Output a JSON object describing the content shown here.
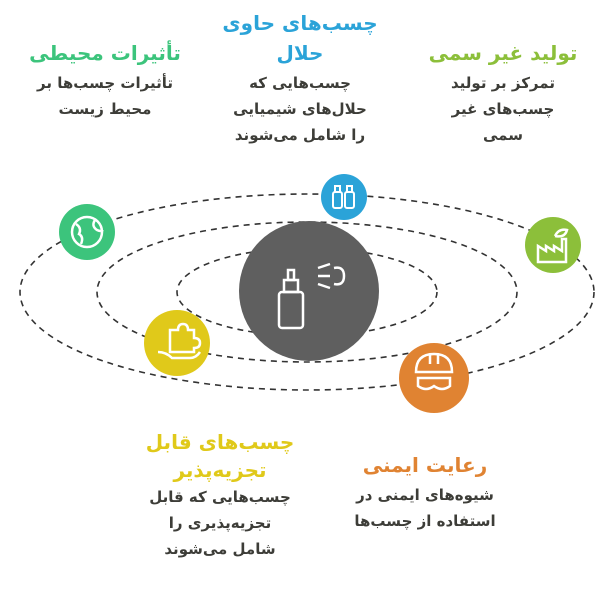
{
  "colors": {
    "green": "#3cc47c",
    "blue": "#2ba3d8",
    "lime": "#8cbf3a",
    "yellow": "#e0c91a",
    "orange": "#e08332",
    "center": "#5f5f5f"
  },
  "items": [
    {
      "title": "چسب‌های حاوی حلال",
      "desc": "چسب‌هایی که حلال‌های شیمیایی را شامل می‌شوند",
      "icon": "spray-bottles-icon"
    },
    {
      "title": "تأثیرات محیطی",
      "desc": "تأثیرات چسب‌ها بر محیط زیست",
      "icon": "globe-icon"
    },
    {
      "title": "تولید غیر سمی",
      "desc": "تمرکز بر تولید چسب‌های غیر سمی",
      "icon": "factory-icon"
    },
    {
      "title": "چسب‌های قابل تجزیه‌پذیر",
      "desc": "چسب‌هایی که قابل تجزیه‌پذیری را شامل می‌شوند",
      "icon": "puzzle-hand-icon"
    },
    {
      "title": "رعایت ایمنی",
      "desc": "شیوه‌های ایمنی در استفاده از چسب‌ها",
      "icon": "safety-helmet-icon"
    }
  ],
  "center": {
    "icon": "adhesive-spray-icon"
  }
}
